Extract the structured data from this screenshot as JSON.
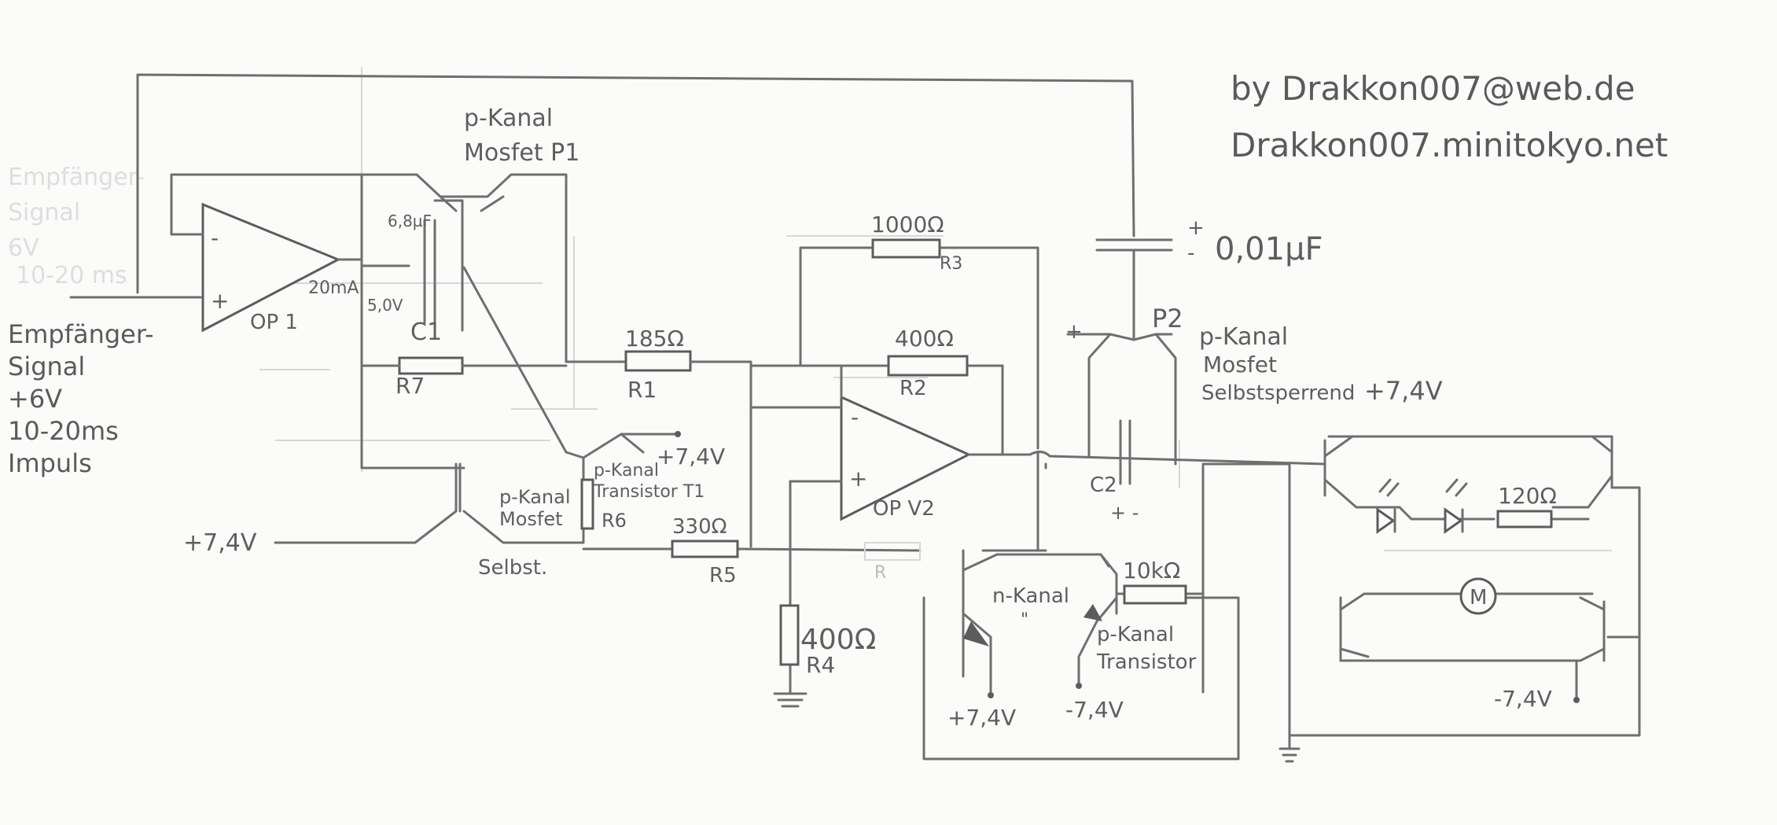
{
  "header": {
    "email": "by Drakkon007@web.de",
    "site": "Drakkon007.minitokyo.net"
  },
  "labels": {
    "input_signal": "Empfänger-\nSignal\n+6V\n10-20ms\nImpuls",
    "op1": "OP 1",
    "op1_out": "20mA",
    "op2": "OP V2",
    "p1": "p-Kanal\nMosfet P1",
    "c1_val": "6,8µF",
    "c1": "C1",
    "c1_volt": "5,0V",
    "r7": "R7",
    "r1_val": "185Ω",
    "r1": "R1",
    "r3_val": "1000Ω",
    "r3": "R3",
    "r2_val": "400Ω",
    "r2": "R2",
    "cap_top": "0,01µF",
    "p2": "P2",
    "p2_desc": "p-Kanal\nMosfet\nSelbstsperrend",
    "plus74_right": "+7,4V",
    "t1_supply": "+7,4V",
    "t1_desc": "p-Kanal\nTransistor T1",
    "r6": "R6",
    "mosfet_left": "p-Kanal\nMosfet",
    "selbst": "Selbst.",
    "plus74_left": "+7,4V",
    "r5_val": "330Ω",
    "r5": "R5",
    "r4_val": "400Ω",
    "r4": "R4",
    "r_mid": "R",
    "c2": "C2",
    "n_kanal": "n-Kanal",
    "p_transistor": "p-Kanal\nTransistor",
    "r10k": "10kΩ",
    "plus74_bottom": "+7,4V",
    "minus74_bottom": "-7,4V",
    "led_res": "120Ω",
    "motor": "M",
    "minus74_right": "-7,4V"
  }
}
